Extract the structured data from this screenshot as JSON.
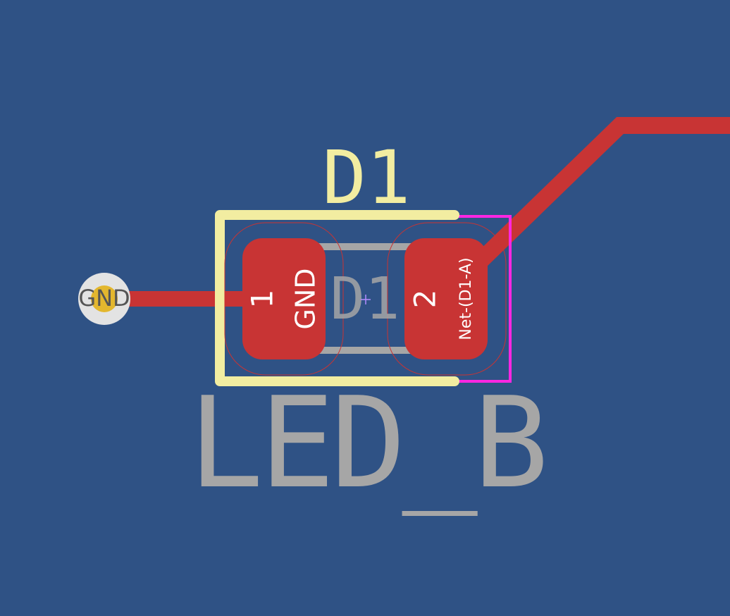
{
  "board": {
    "background_color": "#2F5285"
  },
  "colors": {
    "copper": "#C83434",
    "silkscreen": "#F2EDA1",
    "fab": "#A6A6A6",
    "courtyard": "#FF26E2",
    "via_ring": "#E3E3E3",
    "via_hole": "#E3B72E",
    "pad_text": "#FFFFFF"
  },
  "footprint": {
    "reference": "D1",
    "fab_reference": "D1",
    "value": "LED_B",
    "pads": [
      {
        "number": "1",
        "net": "GND"
      },
      {
        "number": "2",
        "net": "Net-(D1-A)"
      }
    ]
  },
  "via": {
    "net": "GND"
  }
}
